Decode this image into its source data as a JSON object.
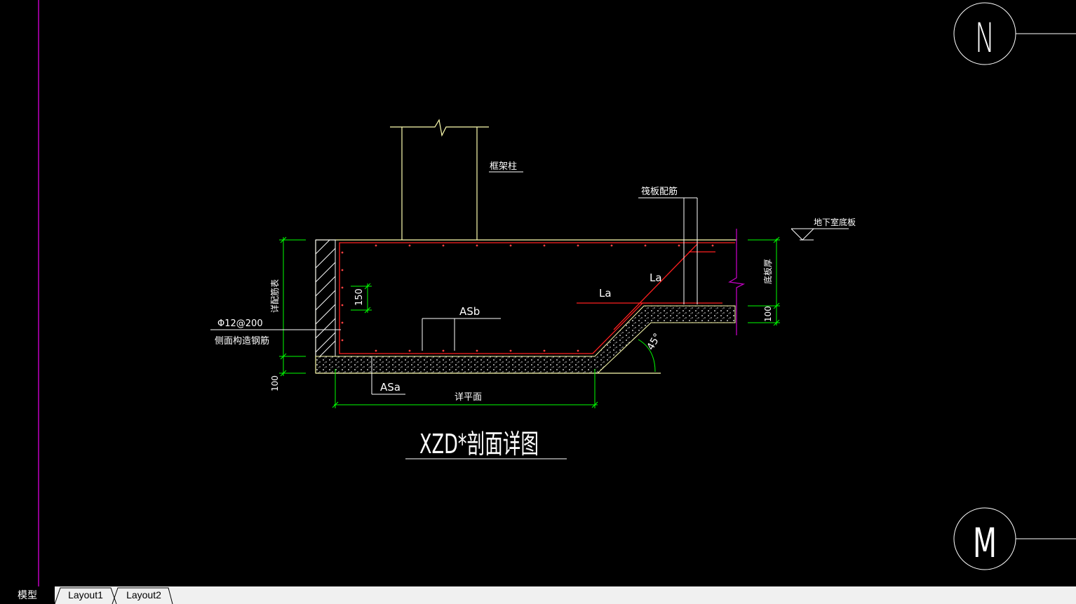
{
  "drawing": {
    "title": "XZD*剖面详图",
    "labels": {
      "column": "框架柱",
      "raft_rebar": "筏板配筋",
      "basement_floor": "地下室底板",
      "slab_thickness": "底板厚",
      "detail_height": "详配筋表",
      "rebar_spec": "Φ12@200",
      "side_rebar": "侧面构造钢筋",
      "asb": "ASb",
      "asa": "ASa",
      "la_upper": "La",
      "la_lower": "La",
      "plan": "详平面",
      "dim_150": "150",
      "dim_100_left": "100",
      "dim_100_right": "100",
      "angle": "45°"
    },
    "grid_bubbles": {
      "top": "N",
      "bottom": "M"
    }
  },
  "tabs": [
    {
      "label": "模型",
      "active": true
    },
    {
      "label": "Layout1",
      "active": false
    },
    {
      "label": "Layout2",
      "active": false
    }
  ],
  "colors": {
    "background": "#000000",
    "outline": "#ffffb0",
    "rebar": "#ff2020",
    "dimension": "#00ff00",
    "annotation": "#ffffff",
    "hatch": "#ffffff",
    "grid_line": "#c000c0",
    "tabbar": "#f0f0f0"
  }
}
